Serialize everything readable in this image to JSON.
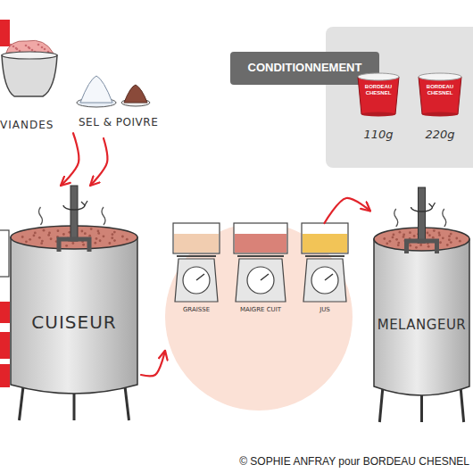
{
  "diagram": {
    "caption": "© SOPHIE ANFRAY pour BORDEAU CHESNEL",
    "nodes": [
      {
        "text": [
          "VIANDES"
        ]
      },
      {
        "text": [
          "SEL & POIVRE"
        ]
      },
      {
        "text": [
          "CONDITIONNEMENT"
        ]
      },
      {
        "text": [
          "BORDEAU CHESNEL",
          "110g"
        ],
        "in": 2
      },
      {
        "text": [
          "BORDEAU CHESNEL",
          "220g"
        ],
        "in": 2
      },
      {
        "text": [
          "CUISEUR"
        ]
      },
      {
        "text": []
      },
      {
        "text": [
          "GRAISSE"
        ],
        "in": 6
      },
      {
        "text": [
          "MAIGRE CUIT"
        ],
        "in": 6
      },
      {
        "text": [
          "JUS"
        ],
        "in": 6
      },
      {
        "text": [
          "MELANGEUR"
        ]
      }
    ],
    "edges": [
      {
        "from": 0,
        "to": 5,
        "arrow": "to"
      },
      {
        "from": 1,
        "to": 5,
        "arrow": "to"
      },
      {
        "from": 5,
        "to": 6,
        "arrow": "to"
      },
      {
        "from": 6,
        "to": 10,
        "arrow": "to"
      }
    ]
  }
}
